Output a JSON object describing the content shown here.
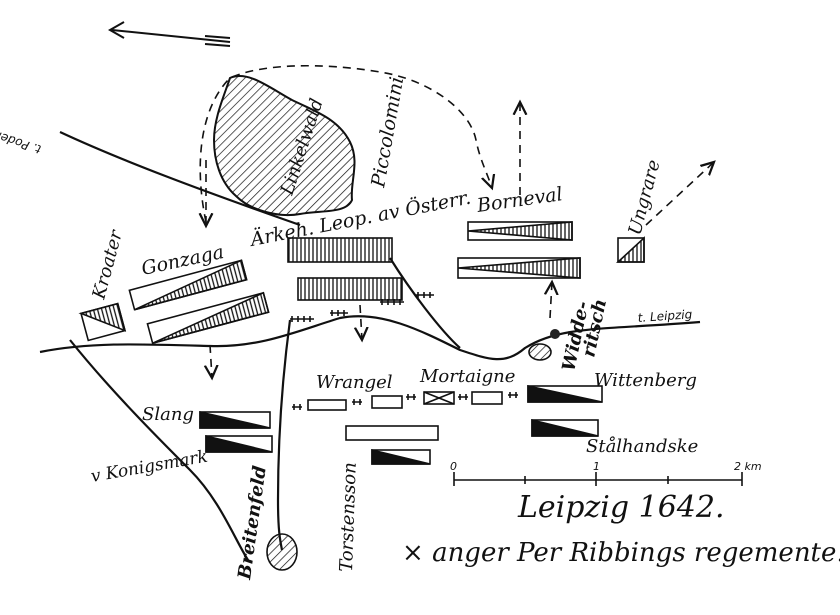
{
  "map": {
    "title": "Leipzig 1642.",
    "caption_symbol": "×",
    "caption_text": "anger Per Ribbings regemente.",
    "labels": {
      "kroater": "Kroater",
      "gonzaga": "Gonzaga",
      "arkeh": "Ärkeh. Leop. av Österr.",
      "linkelwald": "Linkelwald",
      "piccolomini": "Piccolomini",
      "borneval": "Borneval",
      "ungrare": "Ungrare",
      "road_podelwitz": "t. Podelwitz",
      "road_leipzig": "t. Leipzig",
      "widderitsch_1": "Widde-",
      "widderitsch_2": "ritsch",
      "wrangel": "Wrangel",
      "mortaigne": "Mortaigne",
      "wittenberg": "Wittenberg",
      "slang": "Slang",
      "konigsmark": "v Konigsmark",
      "stalhandske": "Stålhandske",
      "torstensson": "Torstensson",
      "breitenfeld": "Breitenfeld"
    },
    "scale": {
      "ticks": [
        "0",
        "1",
        "2 km"
      ]
    },
    "colors": {
      "ink": "#111111",
      "paper": "#ffffff"
    }
  }
}
